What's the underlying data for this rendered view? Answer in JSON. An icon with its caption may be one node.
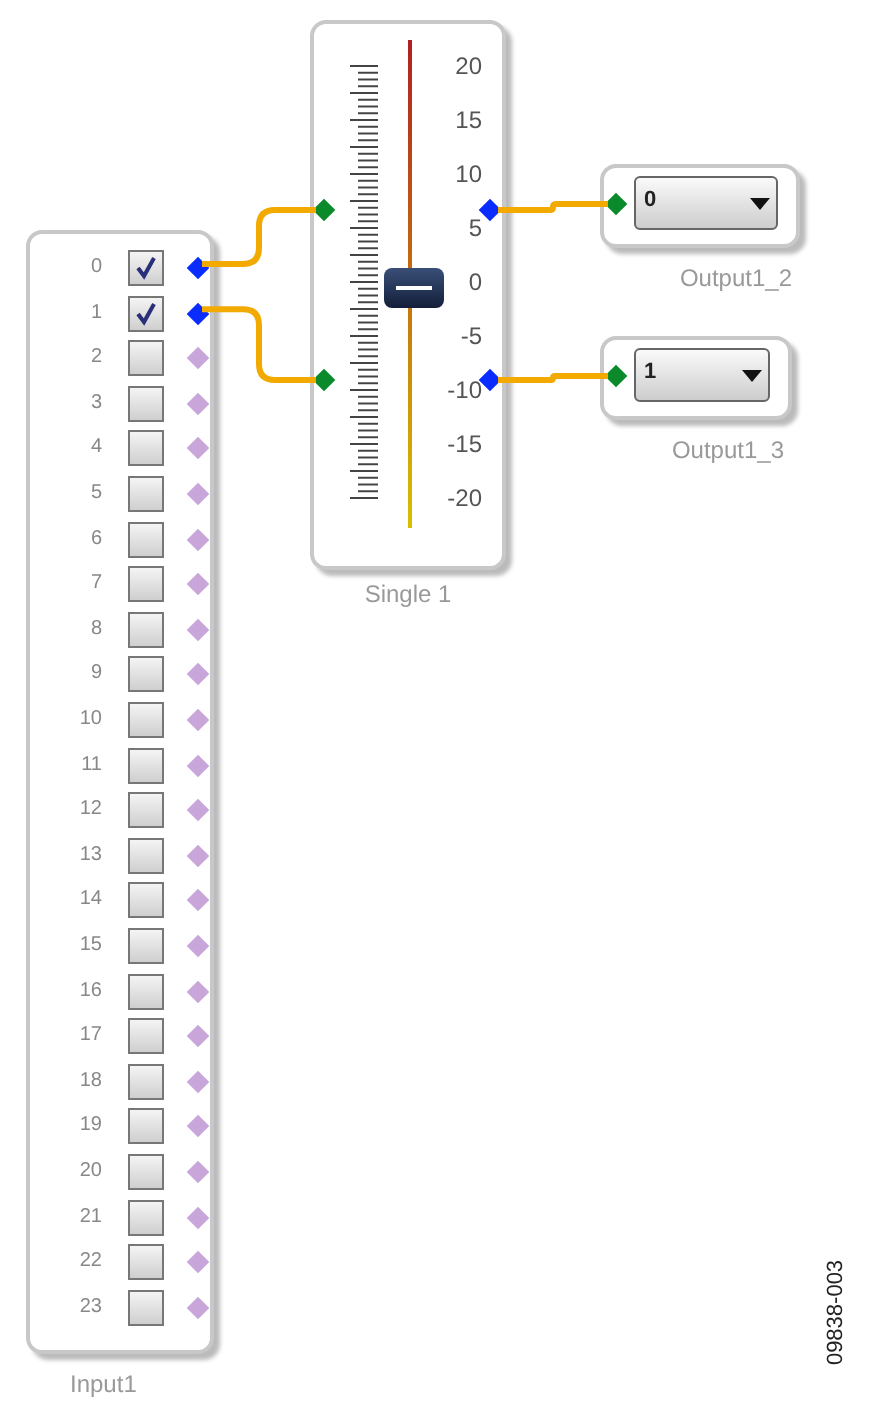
{
  "diagram": {
    "nodes": [
      {
        "text": [
          "20",
          "15",
          "10",
          "5",
          "0",
          "-5",
          "-10",
          "-15",
          "-20",
          "Single 1"
        ]
      },
      {
        "text": [
          "0",
          "Output1_2"
        ]
      },
      {
        "text": [
          "1",
          "Output1_3"
        ]
      },
      {
        "text": [
          "Input1"
        ]
      },
      {
        "text": [
          "0"
        ],
        "in": 3
      },
      {
        "text": [
          "1"
        ],
        "in": 3
      },
      {
        "text": [
          "2"
        ],
        "in": 3
      },
      {
        "text": [
          "3"
        ],
        "in": 3
      },
      {
        "text": [
          "4"
        ],
        "in": 3
      },
      {
        "text": [
          "5"
        ],
        "in": 3
      },
      {
        "text": [
          "6"
        ],
        "in": 3
      },
      {
        "text": [
          "7"
        ],
        "in": 3
      },
      {
        "text": [
          "8"
        ],
        "in": 3
      },
      {
        "text": [
          "9"
        ],
        "in": 3
      },
      {
        "text": [
          "10"
        ],
        "in": 3
      },
      {
        "text": [
          "11"
        ],
        "in": 3
      },
      {
        "text": [
          "12"
        ],
        "in": 3
      },
      {
        "text": [
          "13"
        ],
        "in": 3
      },
      {
        "text": [
          "14"
        ],
        "in": 3
      },
      {
        "text": [
          "15"
        ],
        "in": 3
      },
      {
        "text": [
          "16"
        ],
        "in": 3
      },
      {
        "text": [
          "17"
        ],
        "in": 3
      },
      {
        "text": [
          "18"
        ],
        "in": 3
      },
      {
        "text": [
          "19"
        ],
        "in": 3
      },
      {
        "text": [
          "20"
        ],
        "in": 3
      },
      {
        "text": [
          "21"
        ],
        "in": 3
      },
      {
        "text": [
          "22"
        ],
        "in": 3
      },
      {
        "text": [
          "23"
        ],
        "in": 3
      }
    ],
    "edges": [
      {
        "from": 4,
        "to": 0,
        "arrow": "none"
      },
      {
        "from": 5,
        "to": 0,
        "arrow": "none"
      },
      {
        "from": 0,
        "to": 1,
        "arrow": "none"
      },
      {
        "from": 0,
        "to": 2,
        "arrow": "none"
      }
    ],
    "labels": [
      "09838-003"
    ]
  }
}
